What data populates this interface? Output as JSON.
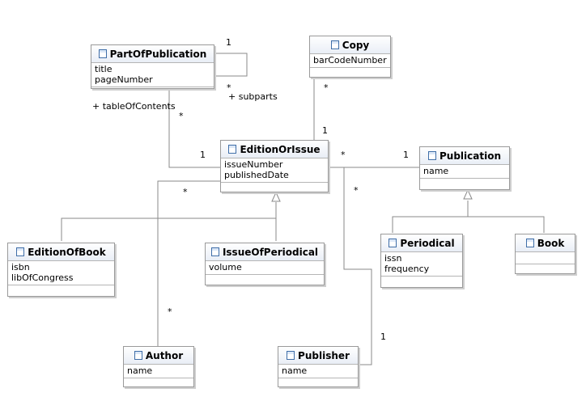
{
  "classes": {
    "part_of_publication": {
      "name": "PartOfPublication",
      "attributes": [
        "title",
        "pageNumber"
      ]
    },
    "copy": {
      "name": "Copy",
      "attributes": [
        "barCodeNumber"
      ]
    },
    "edition_or_issue": {
      "name": "EditionOrIssue",
      "attributes": [
        "issueNumber",
        "publishedDate"
      ]
    },
    "publication": {
      "name": "Publication",
      "attributes": [
        "name"
      ]
    },
    "edition_of_book": {
      "name": "EditionOfBook",
      "attributes": [
        "isbn",
        "libOfCongress"
      ]
    },
    "issue_of_periodical": {
      "name": "IssueOfPeriodical",
      "attributes": [
        "volume"
      ]
    },
    "periodical": {
      "name": "Periodical",
      "attributes": [
        "issn",
        "frequency"
      ]
    },
    "book": {
      "name": "Book",
      "attributes": []
    },
    "author": {
      "name": "Author",
      "attributes": [
        "name"
      ]
    },
    "publisher": {
      "name": "Publisher",
      "attributes": [
        "name"
      ]
    }
  },
  "labels": {
    "self_one": "1",
    "self_many": "*",
    "subparts_role": "+ subparts",
    "toc_role": "+ tableOfContents",
    "part_many": "*",
    "part_edition_one": "1",
    "copy_many": "*",
    "copy_edition_one": "1",
    "edition_pub_many": "*",
    "pub_one": "1",
    "edition_author_many": "*",
    "author_many": "*",
    "edition_publisher_many": "*",
    "publisher_one": "1"
  },
  "icon": "class-icon"
}
